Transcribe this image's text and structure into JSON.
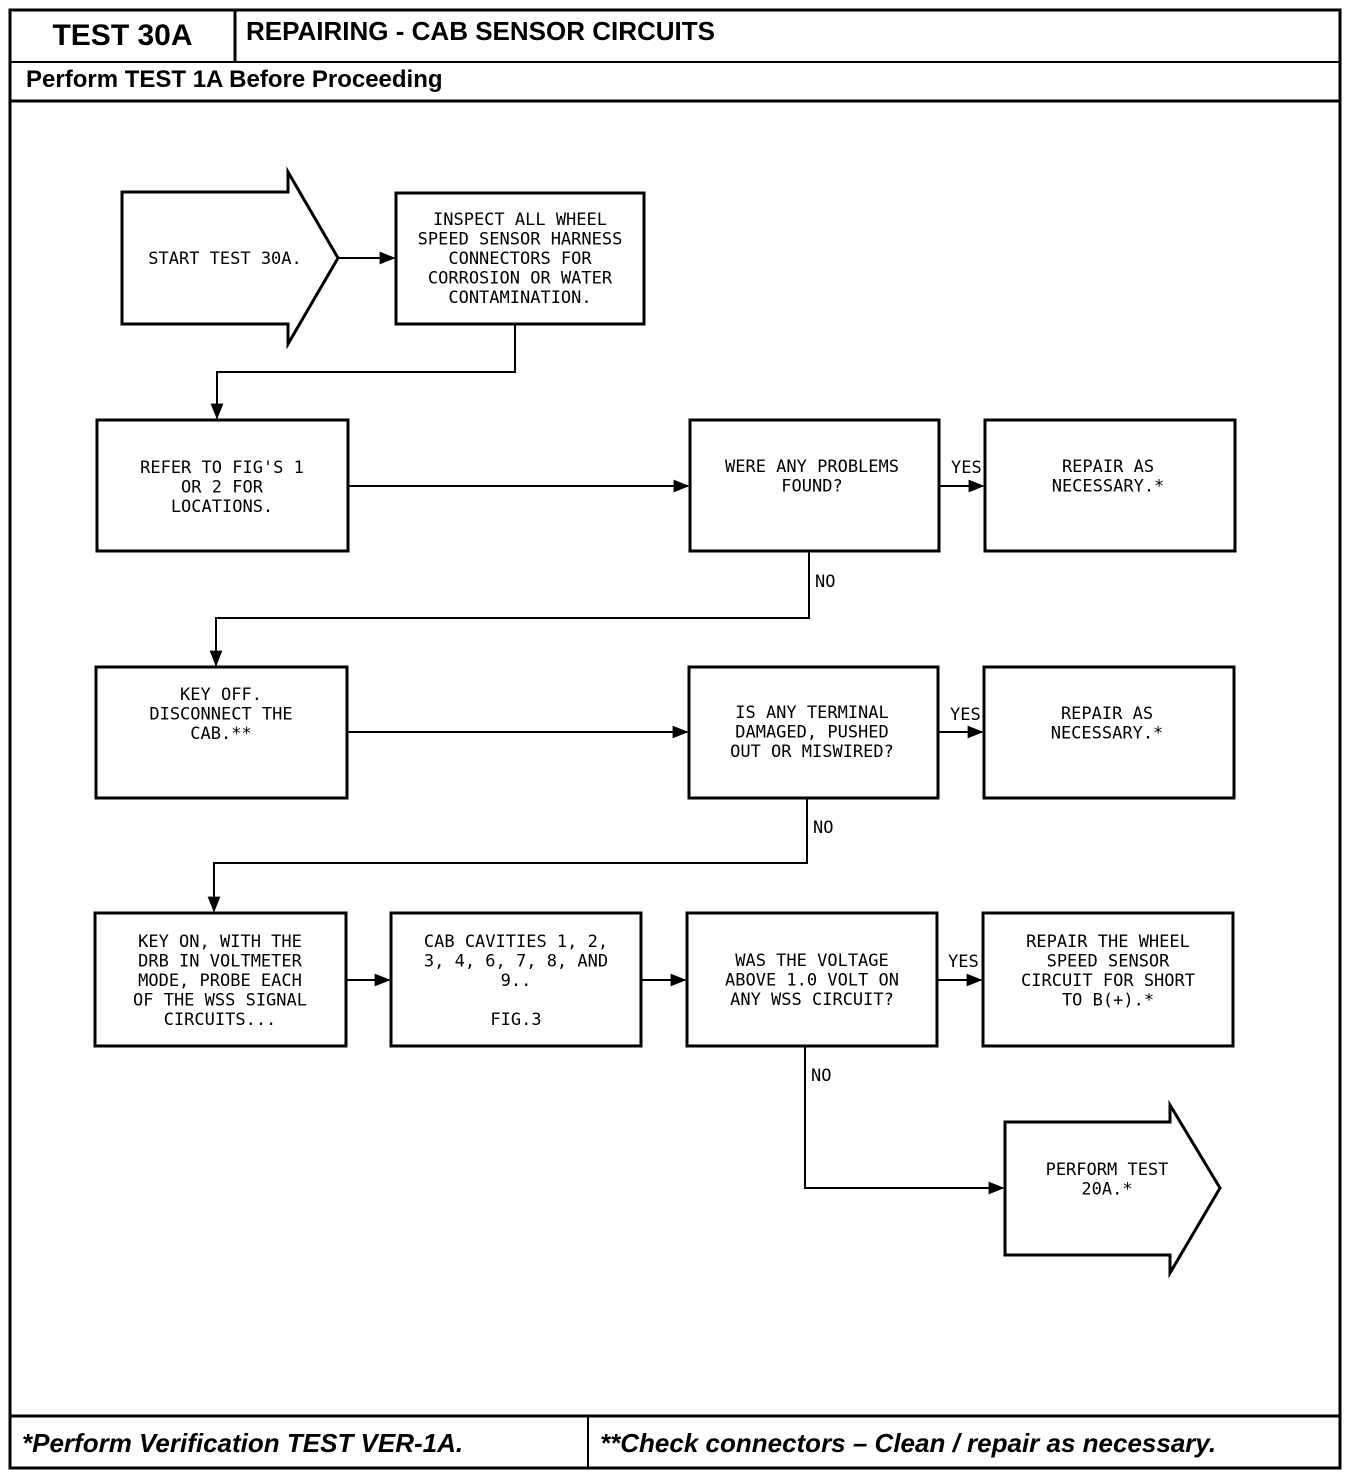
{
  "header": {
    "test_id": "TEST 30A",
    "title": "REPAIRING - CAB SENSOR CIRCUITS",
    "prerequisite": "Perform TEST 1A Before Proceeding"
  },
  "flowchart": {
    "start": {
      "lines": [
        "START TEST 30A."
      ]
    },
    "inspect": {
      "lines": [
        "INSPECT ALL WHEEL",
        "SPEED SENSOR HARNESS",
        "CONNECTORS FOR",
        "CORROSION OR WATER",
        "CONTAMINATION."
      ]
    },
    "refer": {
      "lines": [
        "REFER TO FIG'S 1",
        "OR 2 FOR",
        "LOCATIONS."
      ]
    },
    "q_problems": {
      "lines": [
        "WERE ANY PROBLEMS",
        "FOUND?"
      ]
    },
    "repair1": {
      "lines": [
        "REPAIR AS",
        "NECESSARY.*"
      ]
    },
    "key_off": {
      "lines": [
        "KEY OFF.",
        "DISCONNECT THE",
        "CAB.**"
      ]
    },
    "q_terminal": {
      "lines": [
        "IS ANY TERMINAL",
        "DAMAGED, PUSHED",
        "OUT OR MISWIRED?"
      ]
    },
    "repair2": {
      "lines": [
        "REPAIR AS",
        "NECESSARY.*"
      ]
    },
    "key_on": {
      "lines": [
        "KEY ON, WITH THE",
        "DRB IN VOLTMETER",
        "MODE, PROBE EACH",
        "OF THE WSS SIGNAL",
        "CIRCUITS..."
      ]
    },
    "cab_cavities": {
      "lines": [
        "CAB CAVITIES 1, 2,",
        "3, 4, 6, 7, 8, AND",
        "9..",
        "",
        "FIG.3"
      ]
    },
    "q_voltage": {
      "lines": [
        "WAS THE VOLTAGE",
        "ABOVE 1.0 VOLT ON",
        "ANY WSS CIRCUIT?"
      ]
    },
    "repair3": {
      "lines": [
        "REPAIR THE WHEEL",
        "SPEED SENSOR",
        "CIRCUIT FOR SHORT",
        "TO B(+).*"
      ]
    },
    "perform20a": {
      "lines": [
        "PERFORM TEST",
        "20A.*"
      ]
    },
    "labels": {
      "yes1": "YES",
      "no1": "NO",
      "yes2": "YES",
      "no2": "NO",
      "yes3": "YES",
      "no3": "NO"
    }
  },
  "footer": {
    "left": "*Perform Verification TEST VER-1A.",
    "right": "**Check connectors – Clean / repair as necessary."
  }
}
